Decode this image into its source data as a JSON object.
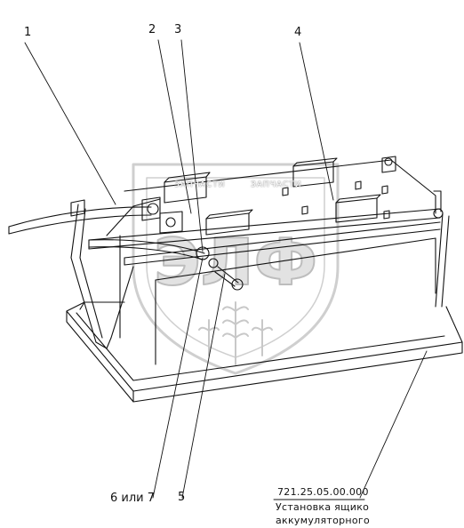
{
  "callouts": {
    "c1": "1",
    "c2": "2",
    "c3": "3",
    "c4": "4",
    "c5": "5",
    "c6": "6 или 7"
  },
  "caption": {
    "code": "721.25.05.00.000",
    "line1": "Установка ящико",
    "line2": "аккумуляторного"
  },
  "watermark": {
    "left": "ЗАПЧАСТИ",
    "right": "ЗАПЧАСТИ",
    "center": "ЭЛФ"
  },
  "colors": {
    "line": "#111111",
    "watermark": "#d9d9d9"
  }
}
